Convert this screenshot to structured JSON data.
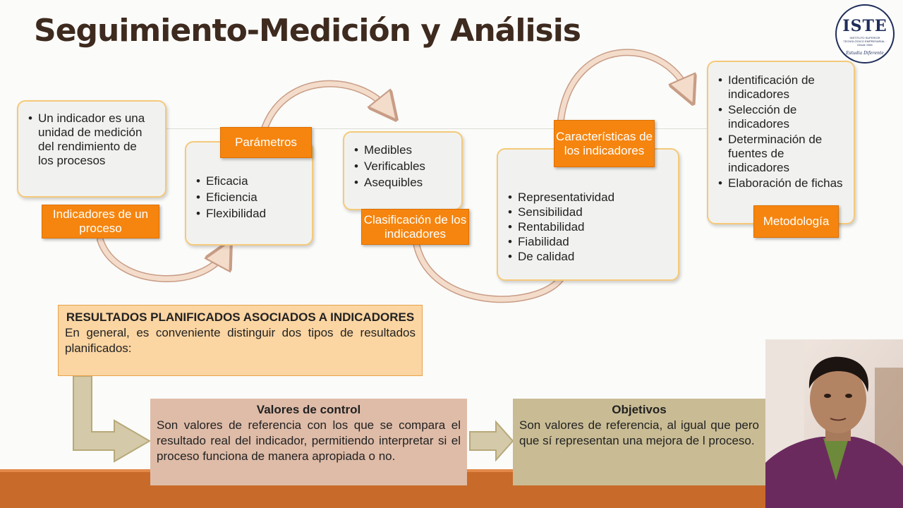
{
  "title": "Seguimiento-Medición y Análisis",
  "logo": {
    "text": "ISTE",
    "subtitle": "INSTITUTO SUPERIOR TECNOLÓGICO EMPRESARIAL · Desde 1984",
    "signature": "Estudia Diferente"
  },
  "colors": {
    "accent": "#f5850f",
    "box_border": "#f5c97a",
    "title": "#3e2a1e",
    "bar": "#c86a2a"
  },
  "process": {
    "indicadores": {
      "text": "Un indicador es una unidad de medición del rendimiento de los procesos",
      "label": "Indicadores de un proceso"
    },
    "parametros": {
      "label": "Parámetros",
      "items": [
        "Eficacia",
        "Eficiencia",
        "Flexibilidad"
      ]
    },
    "clasificacion": {
      "items": [
        "Medibles",
        "Verificables",
        "Asequibles"
      ],
      "label": "Clasificación de los indicadores"
    },
    "caracteristicas": {
      "label": "Características de los indicadores",
      "items": [
        "Representatividad",
        "Sensibilidad",
        "Rentabilidad",
        "Fiabilidad",
        "De calidad"
      ]
    },
    "metodologia": {
      "items": [
        "Identificación de indicadores",
        "Selección de indicadores",
        "Determinación de fuentes de indicadores",
        "Elaboración de fichas"
      ],
      "label": "Metodología"
    }
  },
  "resultados": {
    "heading": "RESULTADOS PLANIFICADOS ASOCIADOS A INDICADORES",
    "text": "En general, es conveniente distinguir dos tipos de resultados planificados:"
  },
  "valores_control": {
    "heading": "Valores de control",
    "text": "Son valores de referencia con los que se compara el resultado real del indicador, permitiendo interpretar si el proceso funciona de manera apropiada o no."
  },
  "objetivos": {
    "heading": "Objetivos",
    "text": "Son valores de referencia, al igual que pero que sí representan una mejora de l proceso."
  }
}
